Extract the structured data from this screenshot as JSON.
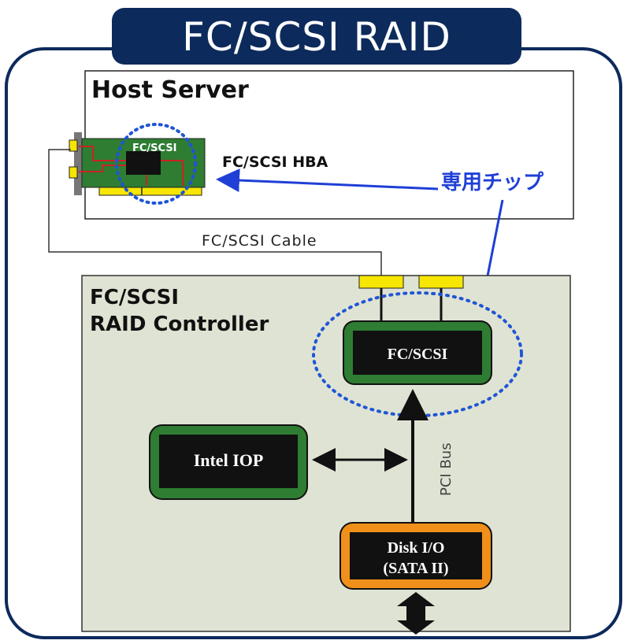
{
  "title": "FC/SCSI RAID",
  "host_server": {
    "label": "Host Server",
    "hba_chip_label": "FC/SCSI",
    "hba_label": "FC/SCSI HBA"
  },
  "dedicated_chip_label": "専用チップ",
  "cable_label": "FC/SCSI Cable",
  "controller": {
    "label_line1": "FC/SCSI",
    "label_line2": "RAID Controller",
    "fc_chip_label": "FC/SCSI",
    "iop_label": "Intel IOP",
    "bus_label": "PCI Bus",
    "disk_label_line1": "Disk I/O",
    "disk_label_line2": "(SATA II)"
  },
  "colors": {
    "navy": "#0d2a5c",
    "pcb_green": "#2e7d32",
    "blue_arrow": "#1f3fd6",
    "dotted_blue": "#1f55d6",
    "controller_bg": "#dfe3d3",
    "connector_yellow": "#f7e600",
    "orange": "#f0901a"
  }
}
